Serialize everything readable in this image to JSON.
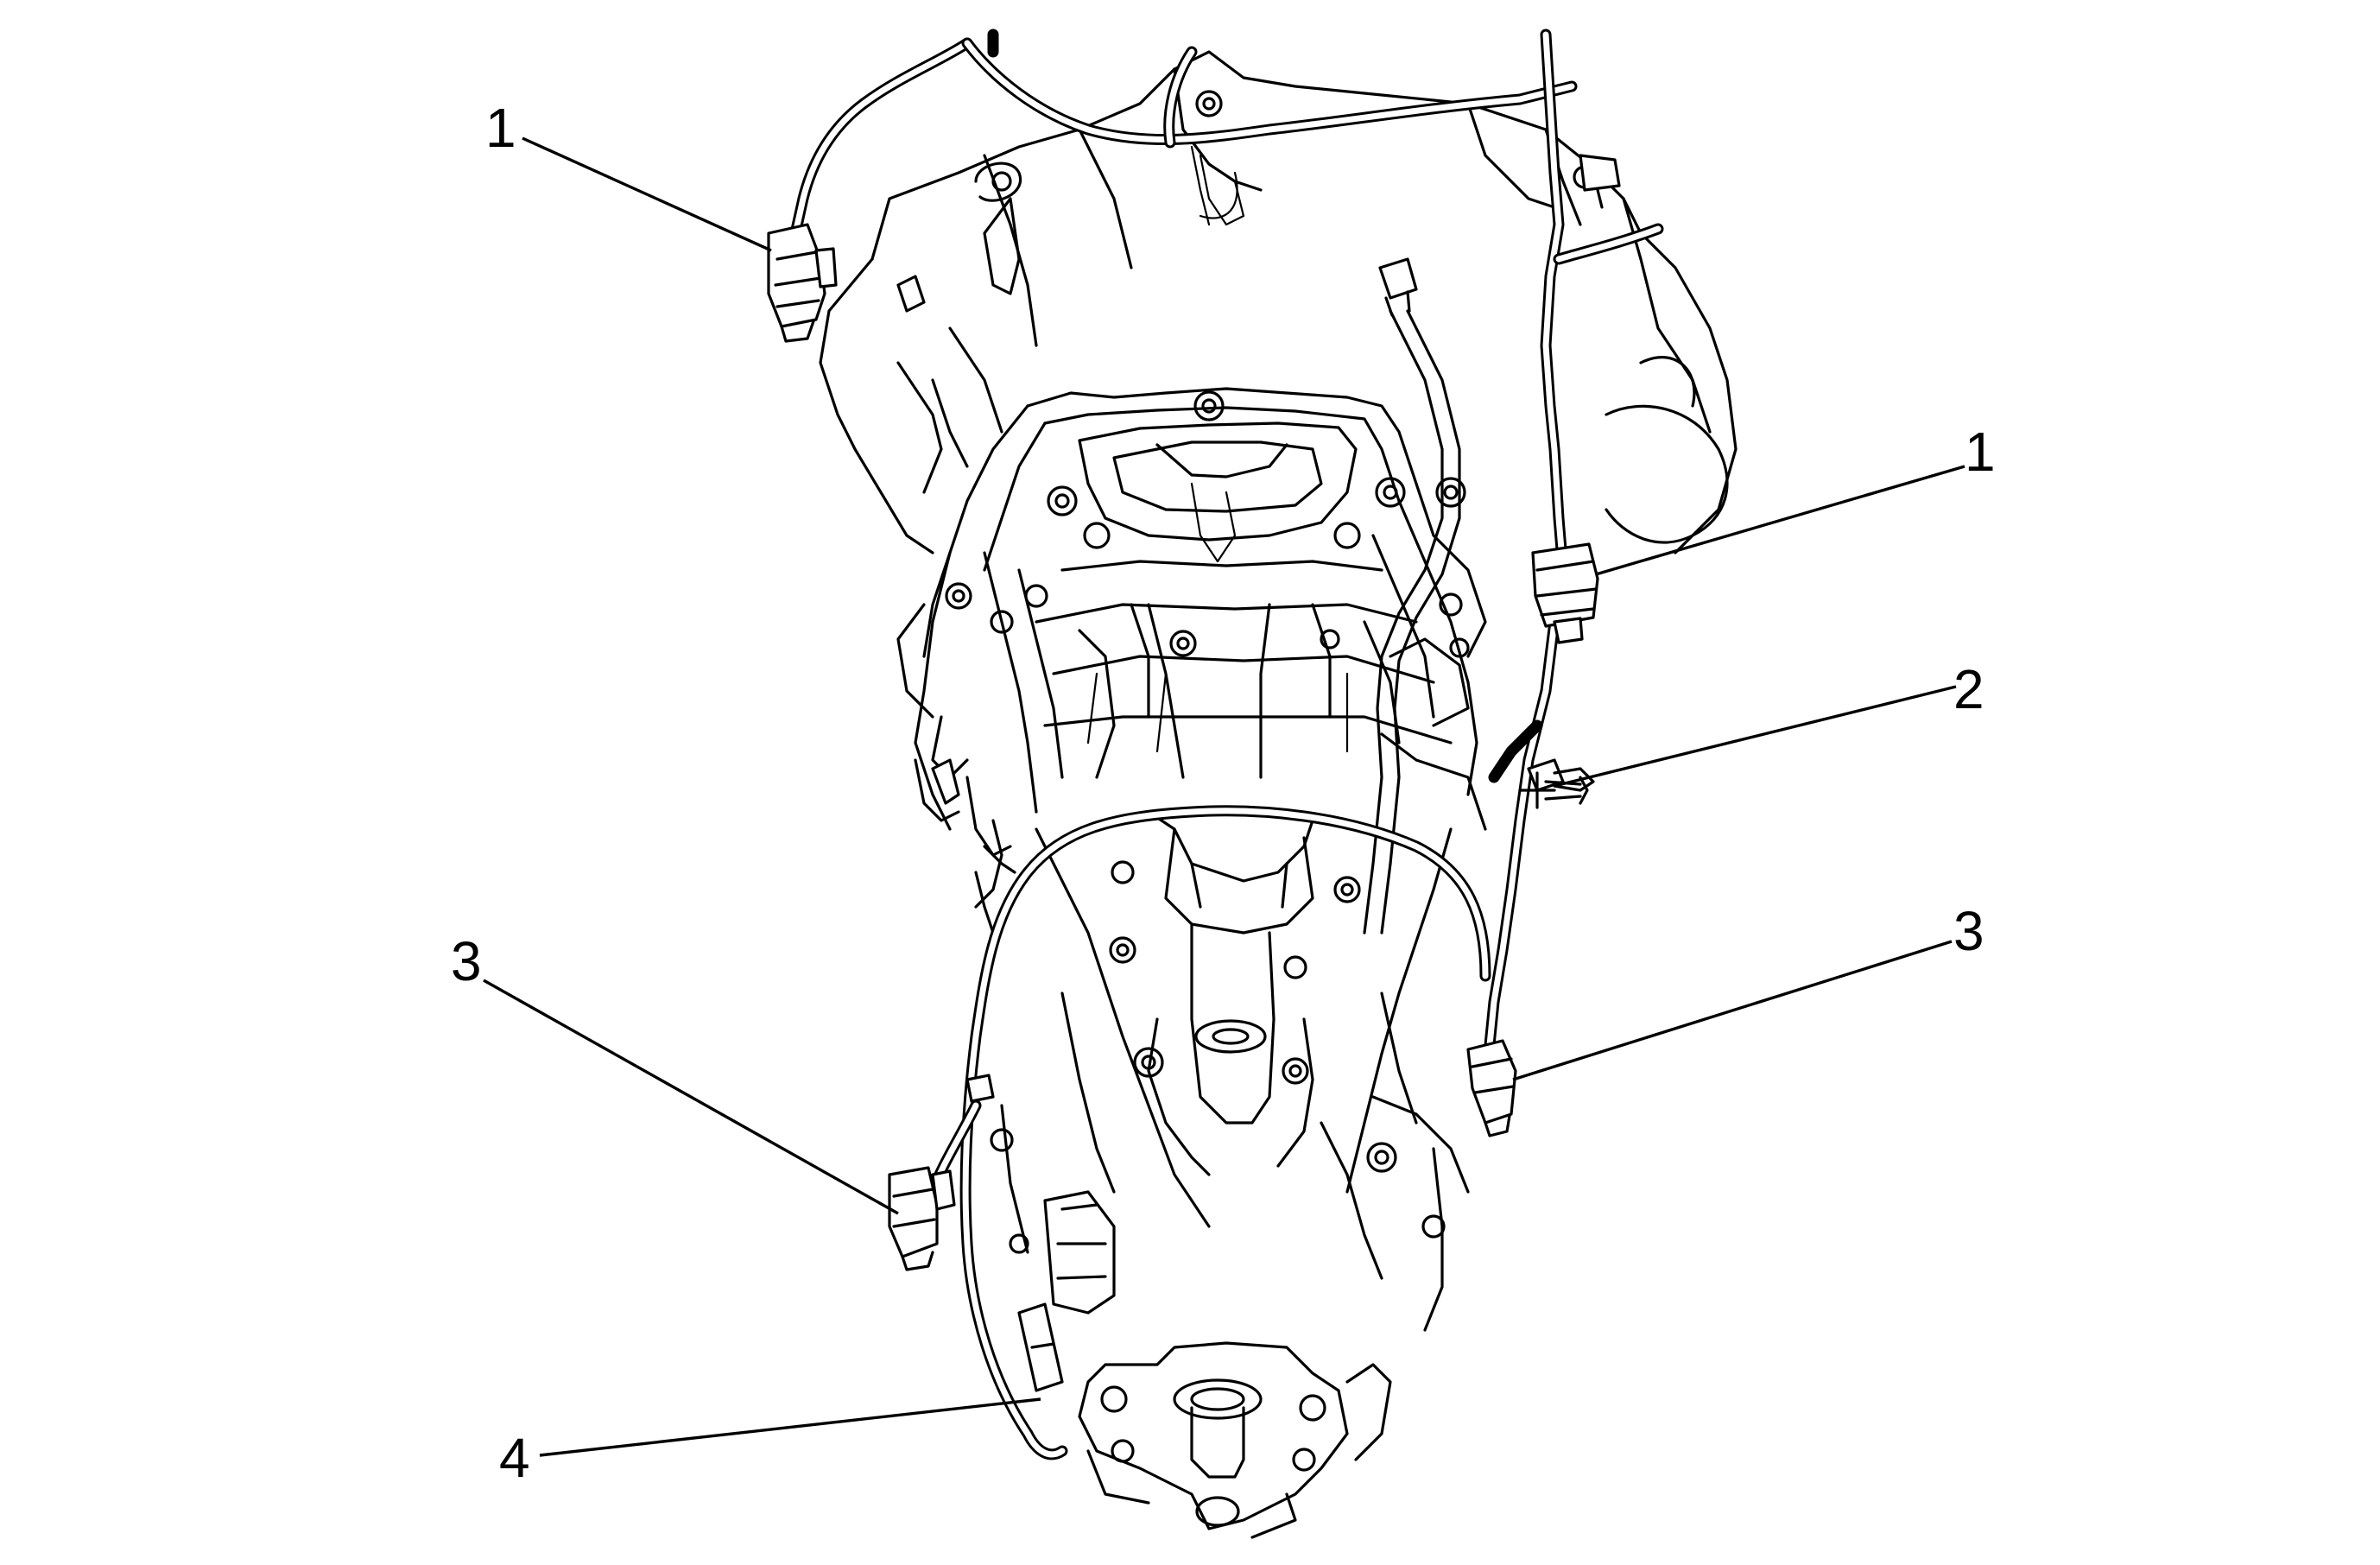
{
  "callouts": [
    {
      "id": "c1-left",
      "label": "1"
    },
    {
      "id": "c1-right",
      "label": "1"
    },
    {
      "id": "c2-right",
      "label": "2"
    },
    {
      "id": "c3-left",
      "label": "3"
    },
    {
      "id": "c3-right",
      "label": "3"
    },
    {
      "id": "c4-left",
      "label": "4"
    }
  ],
  "colors": {
    "line": "#000000",
    "background": "#ffffff"
  }
}
